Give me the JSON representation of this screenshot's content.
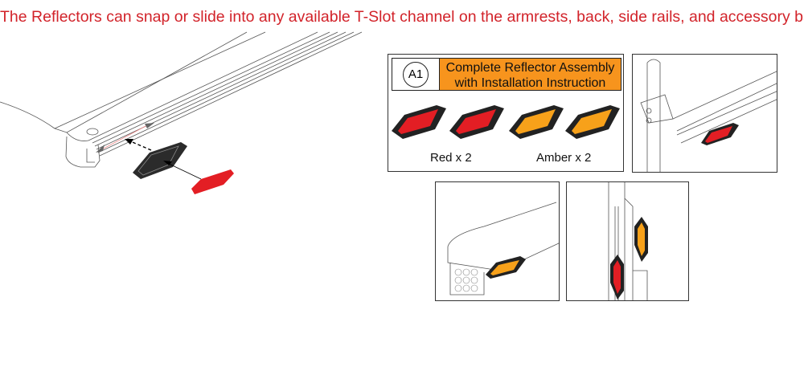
{
  "title": "The Reflectors can snap or slide into any available T-Slot channel on the armrests, back, side rails, and accessory bar.",
  "kit": {
    "id": "A1",
    "description_line1": "Complete Reflector Assembly",
    "description_line2": "with Installation Instruction",
    "red_label": "Red x 2",
    "amber_label": "Amber x 2"
  },
  "colors": {
    "title": "#d2232a",
    "header": "#f7941d",
    "red": "#e31e24",
    "amber": "#f7a11a",
    "bezel": "#2b2b2b"
  }
}
